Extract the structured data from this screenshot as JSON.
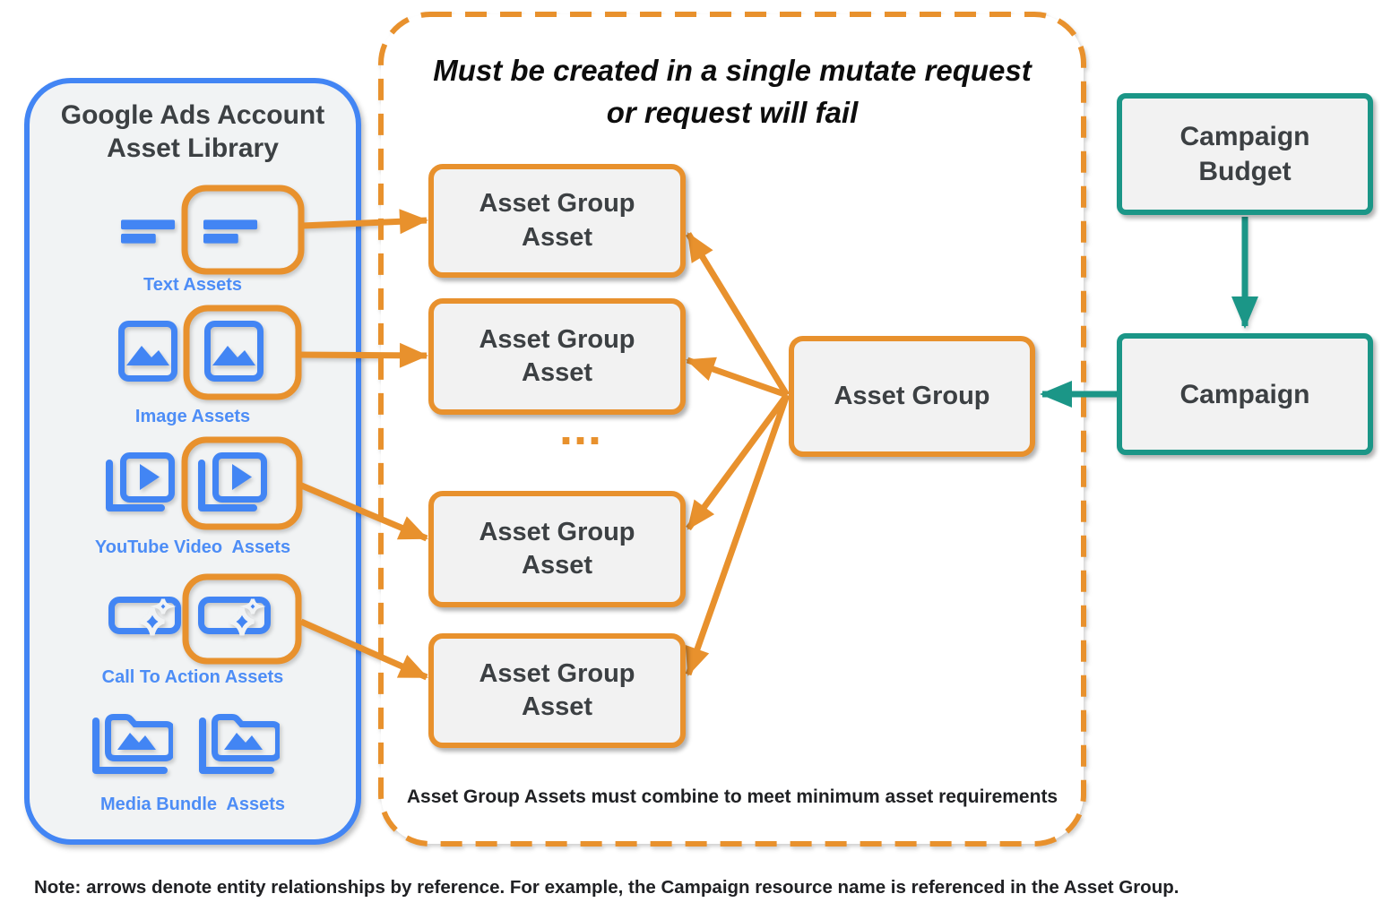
{
  "library": {
    "title": "Google Ads Account\nAsset Library",
    "items": [
      {
        "label": "Text Assets",
        "icon": "text-asset-icon"
      },
      {
        "label": "Image Assets",
        "icon": "image-asset-icon"
      },
      {
        "label": "YouTube Video  Assets",
        "icon": "youtube-video-asset-icon"
      },
      {
        "label": "Call To Action Assets",
        "icon": "call-to-action-asset-icon"
      },
      {
        "label": "Media Bundle  Assets",
        "icon": "media-bundle-asset-icon"
      }
    ]
  },
  "mutate_group": {
    "title": "Must be created in a single mutate request\nor request will fail",
    "asset_group_asset_label": "Asset Group\nAsset",
    "ellipsis": "...",
    "asset_group_label": "Asset Group",
    "footnote": "Asset Group Assets must combine to meet minimum asset requirements"
  },
  "campaign_budget": {
    "label": "Campaign\nBudget"
  },
  "campaign": {
    "label": "Campaign"
  },
  "note": "Note: arrows denote entity relationships by reference. For example, the Campaign resource name is referenced in the Asset Group.",
  "colors": {
    "orange": "#E8912D",
    "blue": "#4285F4",
    "blue_label": "#4D8DF6",
    "teal": "#1B9687",
    "box_fill": "#F2F2F2",
    "panel_fill": "#F1F3F4",
    "text_dark": "#3C4043"
  }
}
